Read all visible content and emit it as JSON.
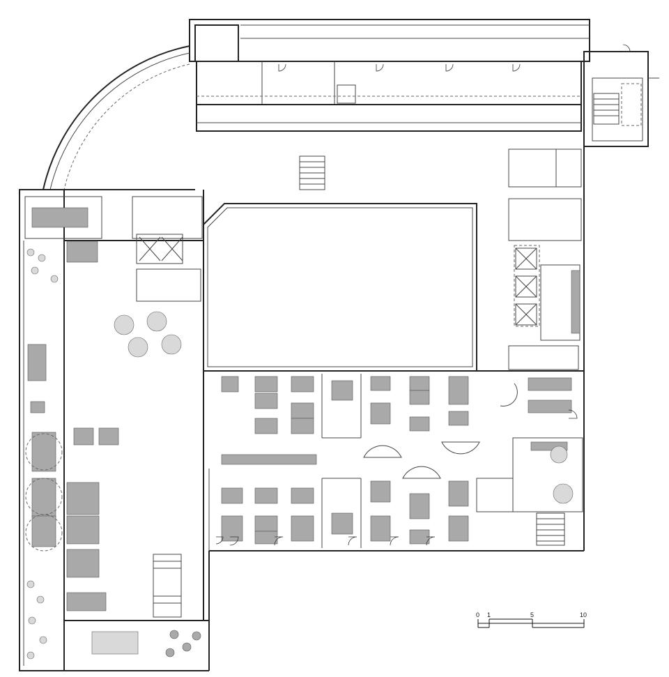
{
  "scale_bar": {
    "labels": [
      "0",
      "1",
      "5",
      "10"
    ]
  }
}
